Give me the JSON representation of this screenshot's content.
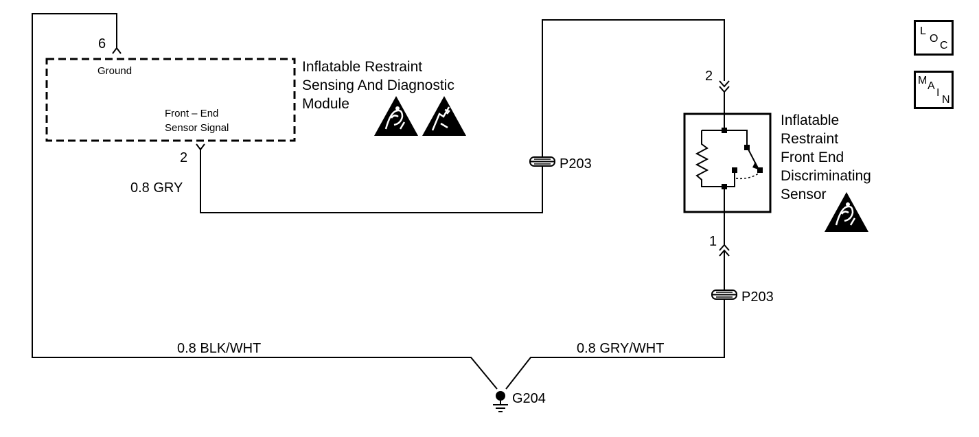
{
  "module": {
    "title_line1": "Inflatable Restraint",
    "title_line2": "Sensing And Diagnostic",
    "title_line3": "Module",
    "ground_label": "Ground",
    "signal_line1": "Front – End",
    "signal_line2": "Sensor Signal",
    "pin_ground": "6",
    "pin_signal": "2"
  },
  "sensor": {
    "title_line1": "Inflatable",
    "title_line2": "Restraint",
    "title_line3": "Front End",
    "title_line4": "Discriminating",
    "title_line5": "Sensor",
    "pin_top": "2",
    "pin_bottom": "1"
  },
  "wires": {
    "signal": "0.8 GRY",
    "ground_left": "0.8 BLK/WHT",
    "ground_right": "0.8 GRY/WHT"
  },
  "connectors": {
    "upper": "P203",
    "lower": "P203"
  },
  "ground_point": "G204",
  "nav": {
    "loc": {
      "l1": "L",
      "l2": "O",
      "l3": "C"
    },
    "main": {
      "l1": "M",
      "l2": "A",
      "l3": "I",
      "l4": "N"
    }
  }
}
